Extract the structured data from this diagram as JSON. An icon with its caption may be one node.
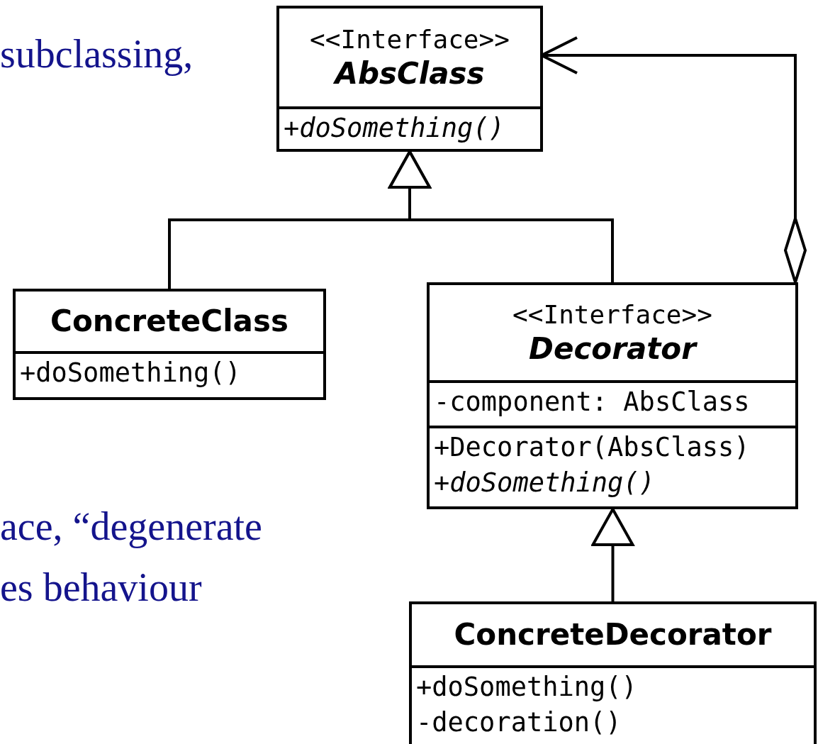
{
  "diagram": {
    "nodes": [
      {
        "text": [
          "<<Interface>>",
          "AbsClass"
        ]
      },
      {
        "text": [
          "*+doSomething()*"
        ],
        "in": 0
      },
      {
        "text": [
          "ConcreteClass"
        ]
      },
      {
        "text": [
          "+doSomething()"
        ],
        "in": 2
      },
      {
        "text": [
          "<<Interface>>",
          "Decorator"
        ]
      },
      {
        "text": [
          "-component: AbsClass"
        ],
        "in": 4
      },
      {
        "text": [
          "+Decorator(AbsClass) *+doSomething()*"
        ],
        "in": 4
      },
      {
        "text": [
          "ConcreteDecorator"
        ]
      },
      {
        "text": [
          "+doSomething() -decoration()"
        ],
        "in": 7
      }
    ],
    "edges": [
      {
        "from": 2,
        "to": 0,
        "arrow": "to"
      },
      {
        "from": 4,
        "to": 0,
        "arrow": "to"
      },
      {
        "from": 7,
        "to": 4,
        "arrow": "to"
      },
      {
        "from": 4,
        "to": 0,
        "arrow": "to"
      }
    ],
    "labels": [
      "subclassing,",
      "ace, “degenerate",
      "es behaviour"
    ]
  }
}
